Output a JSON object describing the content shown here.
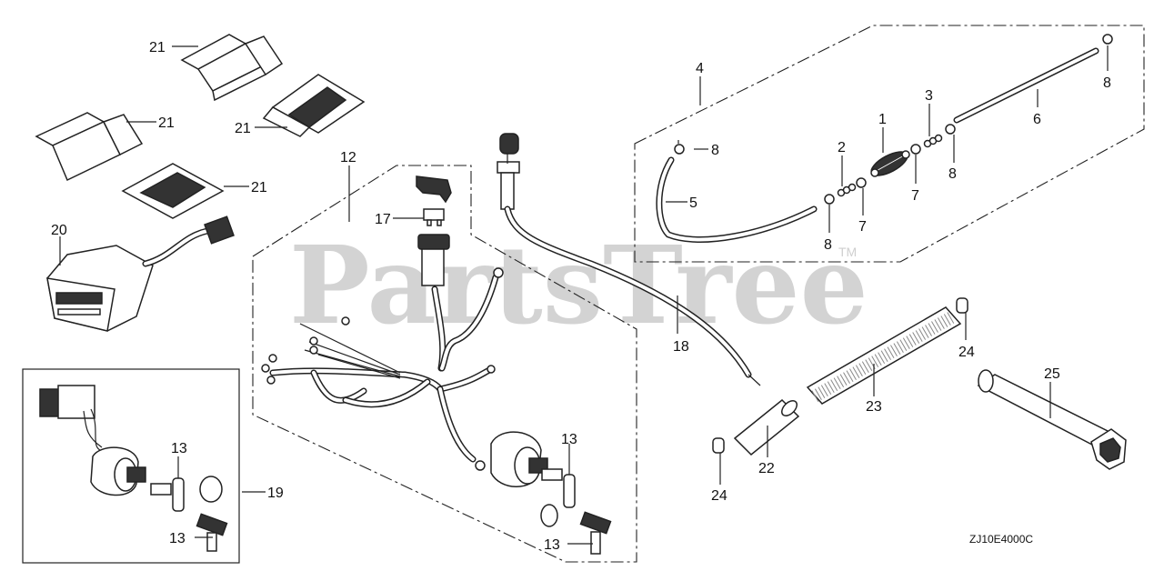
{
  "watermark": {
    "brand": "PartsTree",
    "tm": "TM"
  },
  "diagram_code": "ZJ10E4000C",
  "callouts": {
    "c1": "1",
    "c2": "2",
    "c3": "3",
    "c4": "4",
    "c5": "5",
    "c6": "6",
    "c7a": "7",
    "c7b": "7",
    "c8a": "8",
    "c8b": "8",
    "c8c": "8",
    "c8d": "8",
    "c12": "12",
    "c13a": "13",
    "c13b": "13",
    "c13c": "13",
    "c13d": "13",
    "c17": "17",
    "c18": "18",
    "c19": "19",
    "c20": "20",
    "c21a": "21",
    "c21b": "21",
    "c21c": "21",
    "c21d": "21",
    "c22": "22",
    "c23": "23",
    "c24a": "24",
    "c24b": "24",
    "c25": "25"
  }
}
